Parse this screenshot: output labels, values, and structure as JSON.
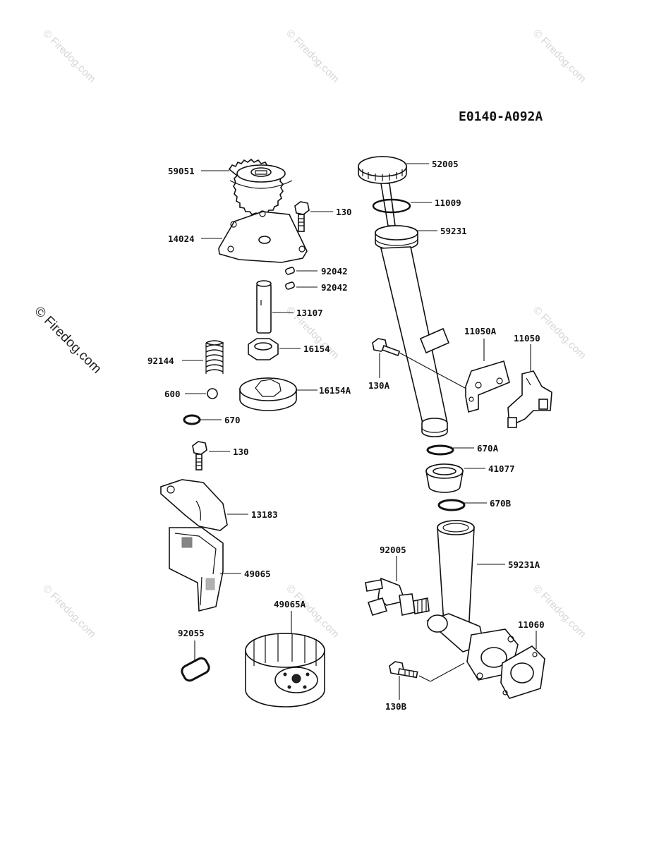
{
  "diagram": {
    "code": "E0140-A092A",
    "watermark_text": "Firedog.com",
    "watermark_copyright": "©",
    "parts": [
      {
        "key": "p59051",
        "label": "59051"
      },
      {
        "key": "p14024",
        "label": "14024"
      },
      {
        "key": "p130a",
        "label": "130"
      },
      {
        "key": "p92042a",
        "label": "92042"
      },
      {
        "key": "p92042b",
        "label": "92042"
      },
      {
        "key": "p13107",
        "label": "13107"
      },
      {
        "key": "p16154",
        "label": "16154"
      },
      {
        "key": "p92144",
        "label": "92144"
      },
      {
        "key": "p16154A",
        "label": "16154A"
      },
      {
        "key": "p600",
        "label": "600"
      },
      {
        "key": "p670",
        "label": "670"
      },
      {
        "key": "p130b",
        "label": "130"
      },
      {
        "key": "p13183",
        "label": "13183"
      },
      {
        "key": "p49065",
        "label": "49065"
      },
      {
        "key": "p49065A",
        "label": "49065A"
      },
      {
        "key": "p92055",
        "label": "92055"
      },
      {
        "key": "p52005",
        "label": "52005"
      },
      {
        "key": "p11009",
        "label": "11009"
      },
      {
        "key": "p59231",
        "label": "59231"
      },
      {
        "key": "p11050A",
        "label": "11050A"
      },
      {
        "key": "p11050",
        "label": "11050"
      },
      {
        "key": "p130A",
        "label": "130A"
      },
      {
        "key": "p670A",
        "label": "670A"
      },
      {
        "key": "p41077",
        "label": "41077"
      },
      {
        "key": "p670B",
        "label": "670B"
      },
      {
        "key": "p92005",
        "label": "92005"
      },
      {
        "key": "p59231A",
        "label": "59231A"
      },
      {
        "key": "p11060",
        "label": "11060"
      },
      {
        "key": "p130B",
        "label": "130B"
      }
    ]
  }
}
